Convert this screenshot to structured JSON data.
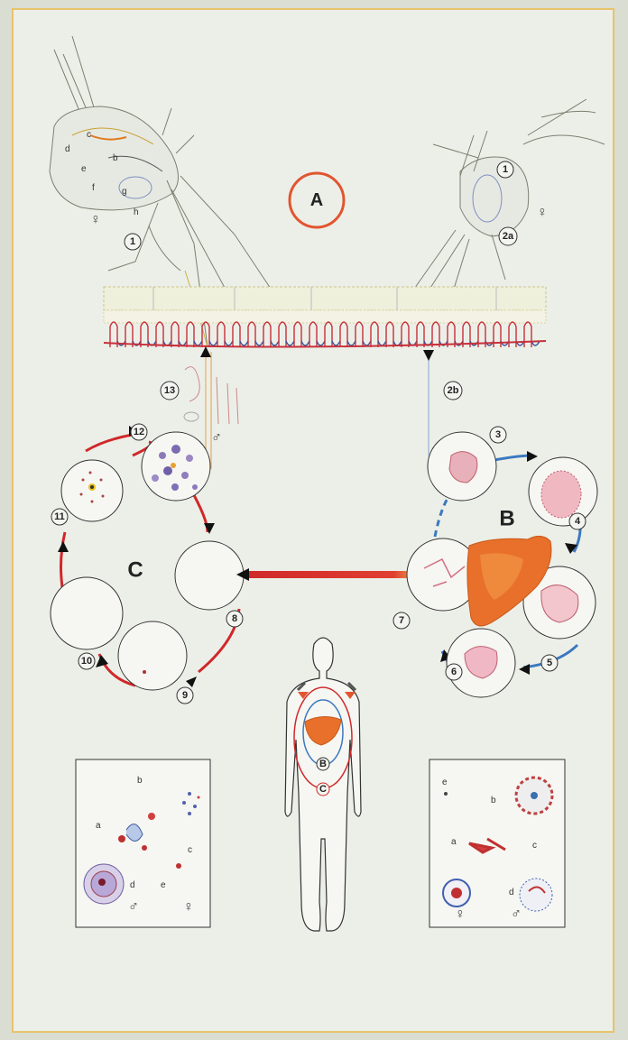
{
  "labels": {
    "A": "A",
    "B": "B",
    "C": "C",
    "female": "♀",
    "male": "♂",
    "mosquito_left": {
      "d": "d",
      "c": "c",
      "b": "b",
      "e": "e",
      "f": "f",
      "g": "g",
      "h": "h"
    },
    "steps": {
      "s1": "1",
      "s1r": "1",
      "s2a": "2a",
      "s2b": "2b",
      "s3": "3",
      "s4": "4",
      "s5": "5",
      "s6": "6",
      "s7": "7",
      "s8": "8",
      "s9": "9",
      "s10": "10",
      "s11": "11",
      "s12": "12",
      "s13": "13"
    },
    "body_rings": {
      "inner": "B",
      "outer": "C"
    },
    "box_left": {
      "a": "a",
      "b": "b",
      "c": "c",
      "d": "d",
      "e": "e"
    },
    "box_right": {
      "a": "a",
      "b": "b",
      "c": "c",
      "d": "d",
      "e": "e"
    }
  },
  "colors": {
    "background": "#d9ddd2",
    "frame": "#e8c36a",
    "cycle_A": "#e2552f",
    "cycle_B": "#3b79c0",
    "cycle_C": "#d0282a",
    "liver": "#e8702a",
    "vessel_red": "#c8303a",
    "vessel_blue": "#35539b"
  }
}
